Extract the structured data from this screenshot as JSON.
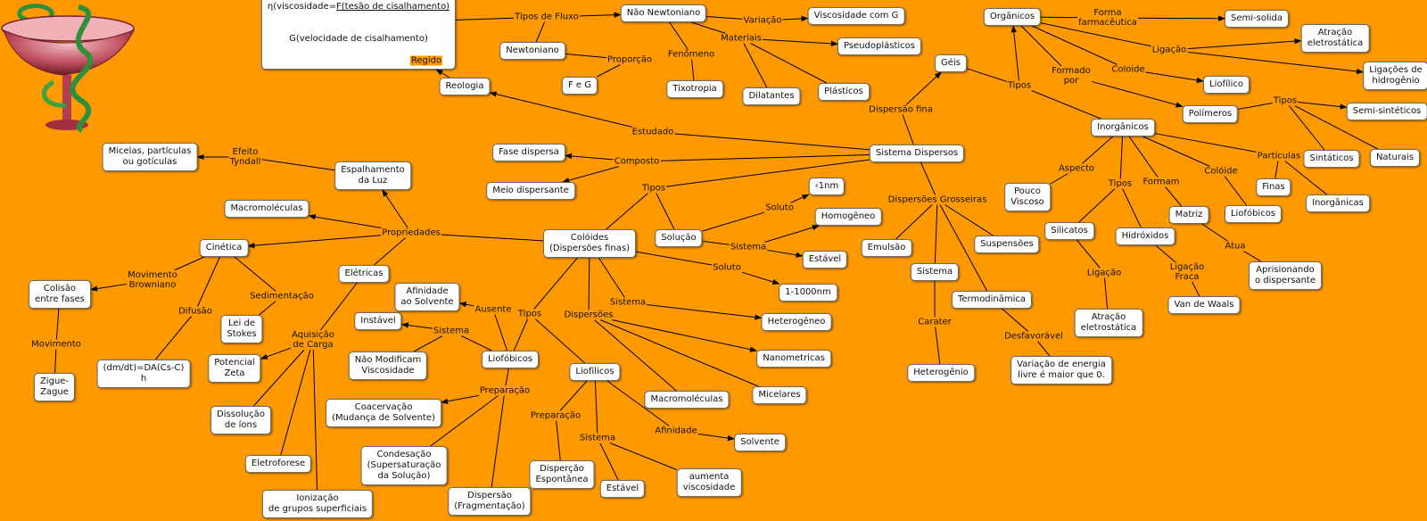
{
  "nodes": {
    "reologia_formula": {
      "pre": "η(viscosidade=",
      "num": "F(tesão de cisalhamento)",
      "den": "G(velocidade de cisalhamento)"
    },
    "nao_newtoniano": "Não Newtoniano",
    "viscosidade_g": "Viscosidade com G",
    "pseudoplasticos": "Pseudoplásticos",
    "newtoniano": "Newtoniano",
    "feg": "F e G",
    "tixotropia": "Tixotropia",
    "dilatantes": "Dilatantes",
    "plasticos": "Plásticos",
    "reologia": "Reologia",
    "geis": "Géis",
    "organicos": "Orgânicos",
    "semi_solida": "Semi-solida",
    "atracao_eletro1": "Atração\neletrostática",
    "ligacoes_hidrogenio": "Ligações de\nhidrogênio",
    "liofilico": "Liofílico",
    "polimeros": "Polímeros",
    "semi_sinteticos": "Semi-sintéticos",
    "micelas": "Micelas, partículas\nou gotículas",
    "espalhamento": "Espalhamento\nda Luz",
    "fase_dispersa": "Fase dispersa",
    "meio_dispersante": "Meio dispersante",
    "sistema_dispersos": "Sistema Dispersos",
    "inorganicos": "Inorgânicos",
    "sinteticos": "Sintáticos",
    "naturais": "Naturais",
    "macromoleculas1": "Macromoléculas",
    "cinetica": "Cinética",
    "coloides": "Colóides\n(Dispersões finas)",
    "solucao": "Solução",
    "lt1nm": "‹1nm",
    "homogeneo": "Homogêneo",
    "estavel1": "Estável",
    "pouco_viscoso": "Pouco\nViscoso",
    "finas": "Finas",
    "inorganicas": "Inorgânicas",
    "emulsao": "Emulsão",
    "suspensoes": "Suspensões",
    "silicatos": "Silicatos",
    "hidroxidos": "Hidróxidos",
    "matriz": "Matriz",
    "liofobicos1": "Liofóbicos",
    "colisao": "Colisão\nentre fases",
    "eletricas": "Elétricas",
    "afinidade_solvente": "Afinidade\nao Solvente",
    "sistema_node": "Sistema",
    "aprisionando": "Aprisionando\no dispersante",
    "range1_1000": "1-1000nm",
    "termodinamica": "Termodinâmica",
    "lei_stokes": "Lei de\nStokes",
    "instavel": "Instável",
    "heterogeneo1": "Heterogêneo",
    "atracao_eletro2": "Atração\neletrostática",
    "van_der_waals": "Van de Waals",
    "nao_modificam": "Não Modificam\nViscosidade",
    "liofobicos2": "Liofóbicos",
    "nanometricas": "Nanometricas",
    "zigue_zague": "Zigue-\nZague",
    "dm_dt": "(dm/dt)=DA(Cs-C)\nh",
    "potencial_zeta": "Potencial\nZeta",
    "liofilicos": "Liofílicos",
    "heterogenio": "Heterogênio",
    "variacao_energia": "Variação de energia\nlivre é maior que 0.",
    "macromoleculas2": "Macromoléculas",
    "micelares": "Micelares",
    "coacervacao": "Coacervação\n(Mudança de Solvente)",
    "dissolucao": "Dissolução\nde íons",
    "solvente": "Solvente",
    "condensacao": "Condesação\n(Supersaturação\nda Solução)",
    "eletroforese": "Eletroforese",
    "dispersao_esp": "Disperção\nEspontânea",
    "aumenta_visc": "aumenta\nviscosidade",
    "estavel2": "Estável",
    "ionizacao": "Ionização\nde grupos superficiais",
    "dispersao_frag": "Dispersão\n(Fragmentação)"
  },
  "labels": {
    "tipos_fluxo": "Tipos de Fluxo",
    "variacao": "Variação",
    "materiais": "Materiais",
    "fenomeno": "Fenômeno",
    "proporcao": "Proporção",
    "regido": "Regido",
    "forma_farm": "Forma\nfarmacêutica",
    "ligacao1": "Ligação",
    "coloide": "Coloide",
    "formado_por": "Formado\npor",
    "tipos1": "Tipos",
    "tipos2": "Tipos",
    "dispersao_fina": "Dispersão fina",
    "estudado": "Estudado",
    "efeito_tyndall": "Efeito\nTyndall",
    "composto": "Composto",
    "particulas": "Partículas",
    "tipos3": "Tipos",
    "soluto1": "Soluto",
    "aspecto": "Aspecto",
    "tipos4": "Tipos",
    "formam": "Formam",
    "coloide2": "Colóide",
    "disp_grosseiras": "Dispersões Grosseiras",
    "propriedades": "Propriedades",
    "sistema1": "Sistema",
    "atua": "Atua",
    "soluto2": "Soluto",
    "mov_browniano": "Movimento\nBrowniano",
    "sedimentacao": "Sedimentação",
    "ausente": "Ausente",
    "ligacao2": "Ligação",
    "ligacao_fraca": "Ligação\nFraca",
    "sistema2": "Sistema",
    "difusao": "Difusão",
    "tipos5": "Tipos",
    "dispersoes": "Dispersões",
    "carater": "Carater",
    "sistema3": "Sistema",
    "aquisicao": "Aquisição\nde Carga",
    "desfavoravel": "Desfavorável",
    "movimento": "Movimento",
    "preparacao1": "Preparação",
    "preparacao2": "Preparação",
    "afinidade": "Afinidade",
    "sistema4": "Sistema"
  }
}
